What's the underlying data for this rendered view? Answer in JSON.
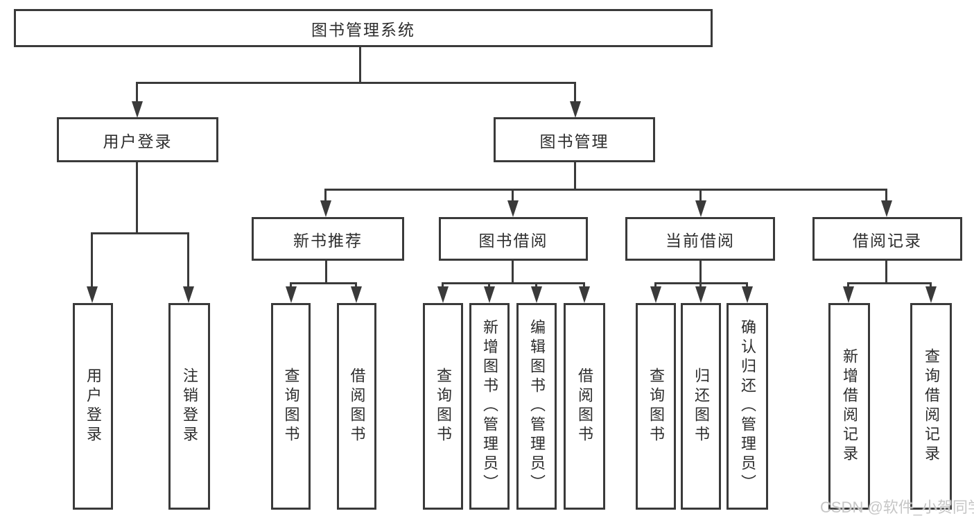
{
  "diagram": {
    "title": "图书管理系统",
    "root": {
      "label": "图书管理系统"
    },
    "level2": [
      {
        "label": "用户登录"
      },
      {
        "label": "图书管理"
      }
    ],
    "level3": [
      {
        "label": "新书推荐"
      },
      {
        "label": "图书借阅"
      },
      {
        "label": "当前借阅"
      },
      {
        "label": "借阅记录"
      }
    ],
    "leaves": [
      {
        "label": "用户登录"
      },
      {
        "label": "注销登录"
      },
      {
        "label": "查询图书"
      },
      {
        "label": "借阅图书"
      },
      {
        "label": "查询图书"
      },
      {
        "label": "新增图书（管理员）"
      },
      {
        "label": "编辑图书（管理员）"
      },
      {
        "label": "借阅图书"
      },
      {
        "label": "查询图书"
      },
      {
        "label": "归还图书"
      },
      {
        "label": "确认归还（管理员）"
      },
      {
        "label": "新增借阅记录"
      },
      {
        "label": "查询借阅记录"
      }
    ],
    "watermark": "CSDN @软件_小贺同学"
  },
  "colors": {
    "line": "#3a3a3a",
    "text": "#2d2d2d",
    "watermark": "#c6c6c6",
    "bg": "#ffffff"
  }
}
